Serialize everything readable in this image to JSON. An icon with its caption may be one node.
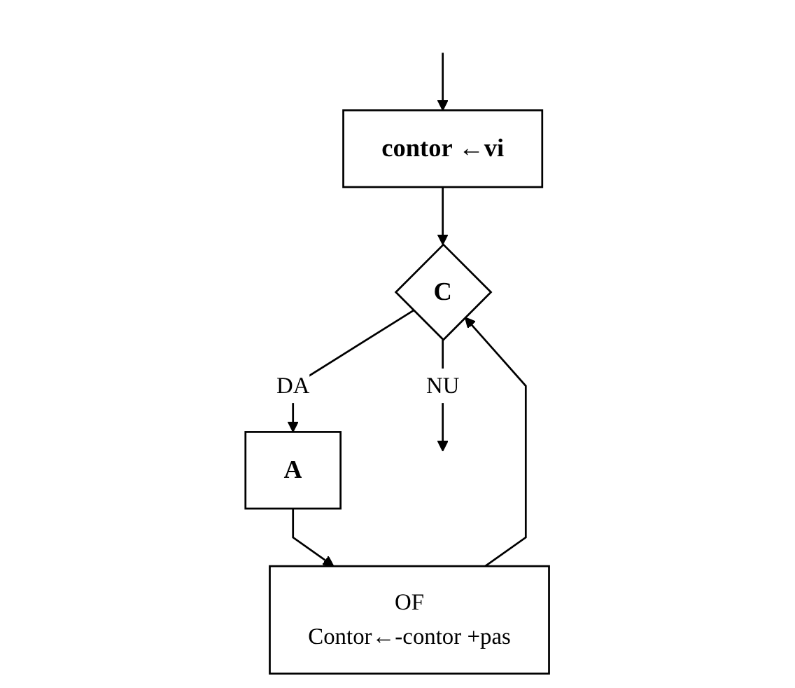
{
  "diagram": {
    "nodes": [
      {
        "text": [
          "contor ←vi"
        ]
      },
      {
        "text": [
          "C"
        ]
      },
      {
        "text": [
          "A"
        ]
      },
      {
        "text": [
          "OF",
          "Contor←-contor +pas"
        ]
      }
    ],
    "edges": [
      {
        "from": null,
        "to": 0,
        "arrow": "to"
      },
      {
        "from": 0,
        "to": 1,
        "arrow": "to"
      },
      {
        "from": 1,
        "to": null,
        "label": "NU",
        "arrow": "to"
      },
      {
        "from": 1,
        "to": 2,
        "label": "DA",
        "arrow": "to"
      },
      {
        "from": 2,
        "to": 3,
        "arrow": "to"
      },
      {
        "from": 3,
        "to": 1,
        "arrow": "to"
      }
    ]
  }
}
